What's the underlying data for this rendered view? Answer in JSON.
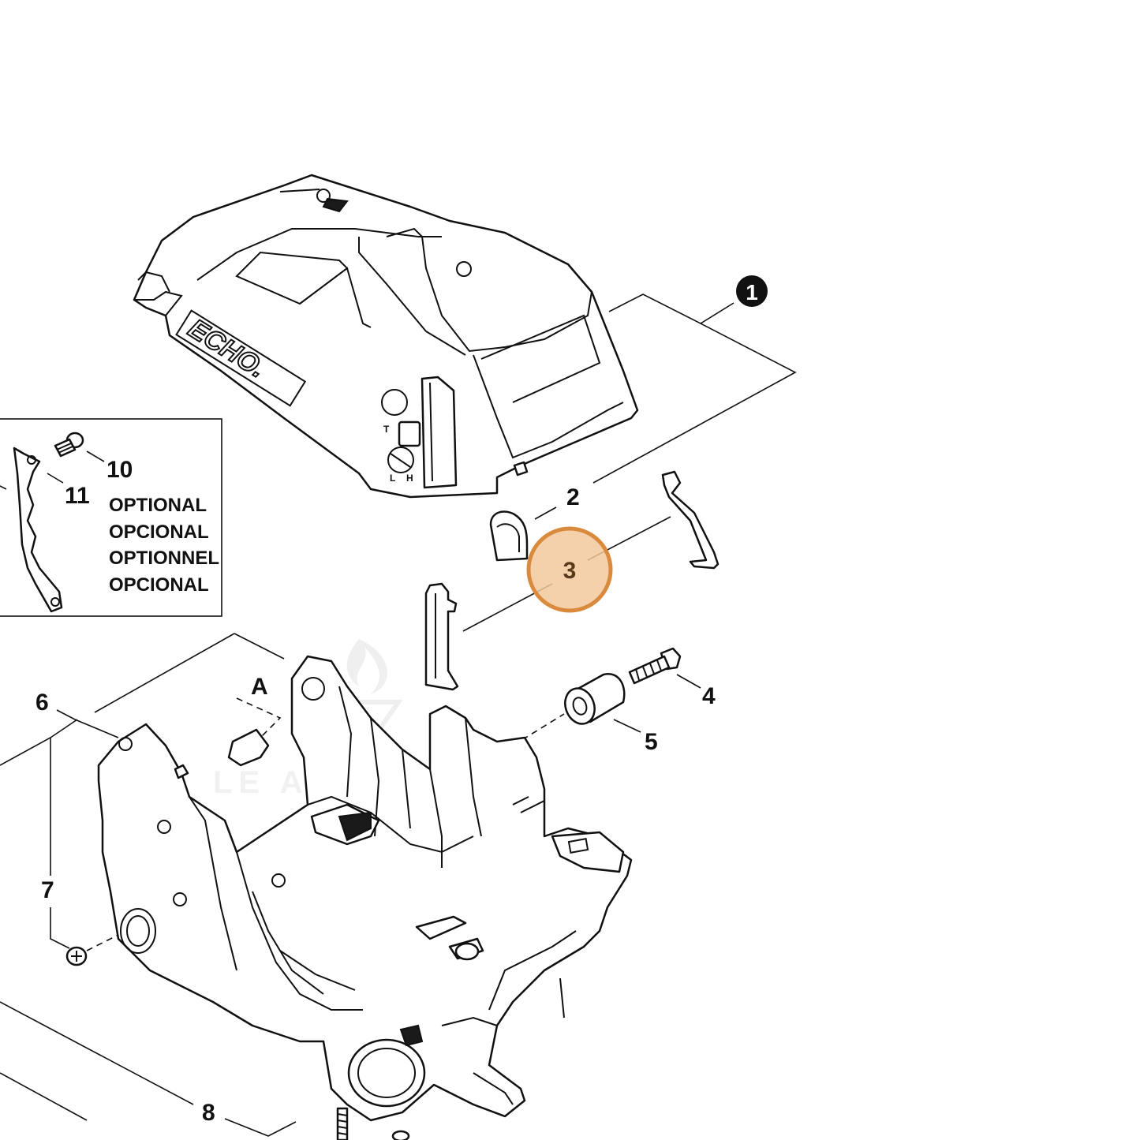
{
  "callouts": {
    "c1": "1",
    "c2": "2",
    "c3": "3",
    "c4": "4",
    "c5": "5",
    "c6": "6",
    "c7": "7",
    "c8": "8",
    "c10": "10",
    "c11": "11",
    "cA": "A"
  },
  "optional_box": {
    "lines": [
      "OPTIONAL",
      "OPCIONAL",
      "OPTIONNEL",
      "OPCIONAL"
    ]
  },
  "cover_brand": "ECHO.",
  "cover_marks": {
    "t": "T",
    "l": "L",
    "h": "H"
  },
  "highlight": {
    "label": "3",
    "color": "#f2c99b",
    "border": "#d98a3c"
  },
  "watermark": "LE ADVENTURE"
}
